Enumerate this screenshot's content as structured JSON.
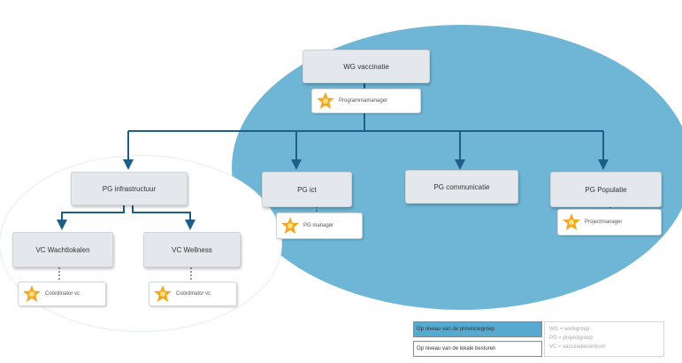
{
  "colors": {
    "ellipse": "#6fb6d6",
    "box_fill": "#e4e7ec",
    "connector": "#1d5f86",
    "legend_blue": "#56a9cf"
  },
  "top": {
    "title": "WG vaccinatie",
    "role": "Programmamanager"
  },
  "project_groups": [
    {
      "title": "PG infrastructuur"
    },
    {
      "title": "PG ict",
      "role": "PG manager"
    },
    {
      "title": "PG communicatie"
    },
    {
      "title": "PG Populatie",
      "role": "Projectmanager"
    }
  ],
  "sub_groups": [
    {
      "title": "VC Wachtlokalen",
      "role": "Coördinator vc"
    },
    {
      "title": "VC Wellness",
      "role": "Coördinator vc"
    }
  ],
  "role_icon": "star-person-icon",
  "legend": {
    "blue_label": "Op niveau van de provinciegroep",
    "white_label": "Op niveau van de lokale besturen",
    "notes": [
      "WG = werkgroep",
      "PG = projectgroep",
      "VC = vaccinatiecentrum"
    ]
  }
}
